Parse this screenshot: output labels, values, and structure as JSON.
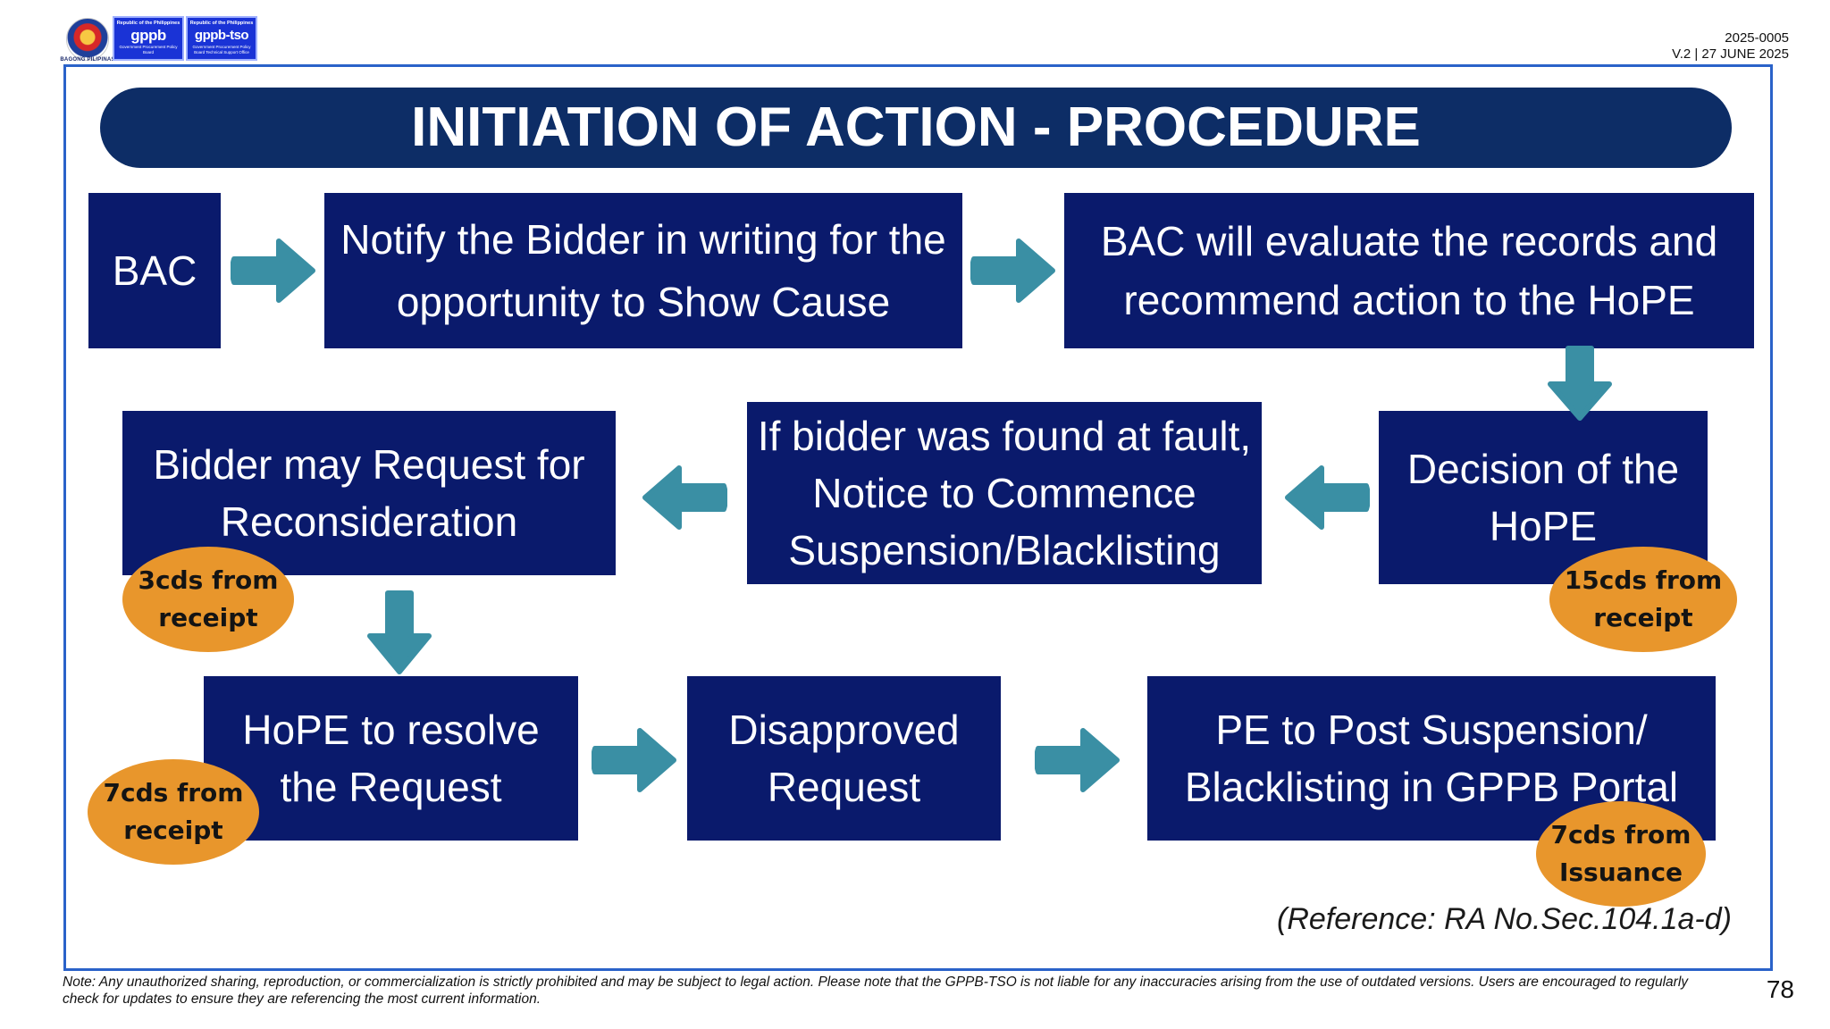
{
  "header": {
    "seal_caption": "BAGONG PILIPINAS",
    "logo1": {
      "top_text": "Republic of the Philippines",
      "mark": "gppb",
      "bottom_text": "Government Procurement Policy Board"
    },
    "logo2": {
      "top_text": "Republic of the Philippines",
      "mark": "gppb-tso",
      "bottom_text": "Government Procurement Policy Board Technical Support Office"
    },
    "doc_number": "2025-0005",
    "doc_version": "V.2 | 27 JUNE 2025"
  },
  "title": "INITIATION OF ACTION - PROCEDURE",
  "steps": {
    "bac": "BAC",
    "notify": "Notify the Bidder in writing for the opportunity to Show Cause",
    "evaluate": "BAC will evaluate the records and recommend action to the HoPE",
    "decision": "Decision of the HoPE",
    "notice": "If bidder was found at fault, Notice to Commence Suspension/Blacklisting",
    "reconsider": "Bidder may Request for Reconsideration",
    "resolve": "HoPE to resolve the Request",
    "disapproved": "Disapproved Request",
    "post": "PE to Post Suspension/ Blacklisting in GPPB Portal"
  },
  "badges": {
    "decision": "15cds from receipt",
    "reconsider": "3cds from receipt",
    "resolve": "7cds from receipt",
    "post": "7cds from Issuance"
  },
  "reference": "(Reference: RA No.Sec.104.1a-d)",
  "note": "Note: Any unauthorized sharing, reproduction, or commercialization is strictly prohibited and may be subject to legal action. Please note that the GPPB-TSO is not liable for any inaccuracies arising from the use of outdated versions. Users are encouraged to regularly check for updates to ensure they are referencing the most current information.",
  "page_number": "78",
  "colors": {
    "box": "#0a1a6c",
    "title_bar": "#0d2d66",
    "arrow": "#3a8fa4",
    "badge": "#e8962c",
    "frame": "#2a62c9"
  }
}
